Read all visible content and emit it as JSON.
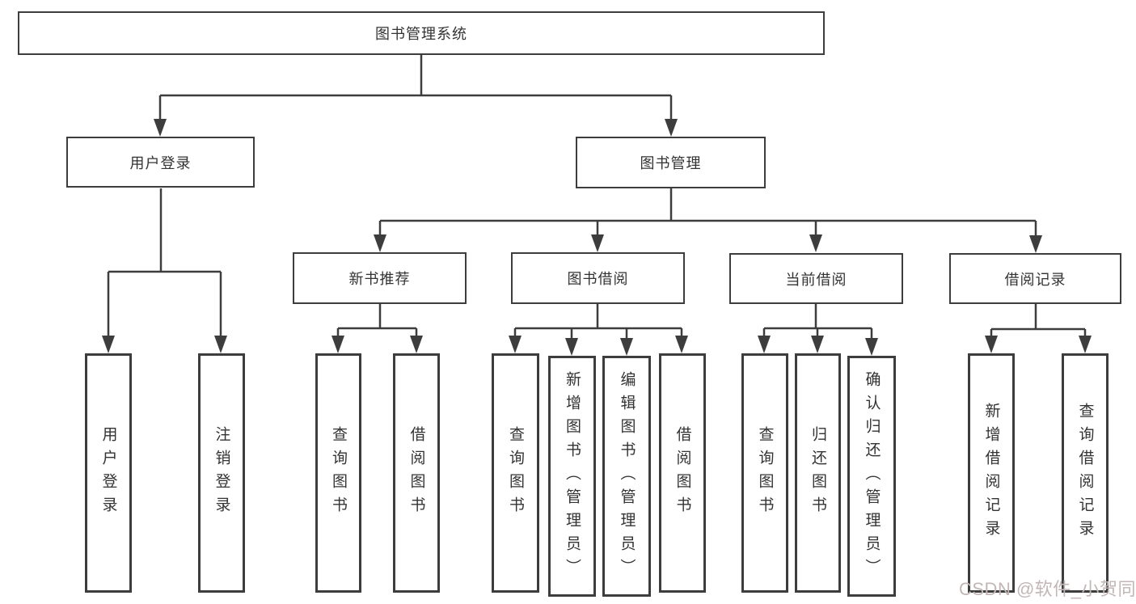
{
  "colors": {
    "background": "#ffffff",
    "line": "#3d3d3d",
    "box_border": "#3d3d3d",
    "text": "#333333",
    "watermark": "#c2b6b6"
  },
  "nodes": {
    "root": {
      "label": "图书管理系统"
    },
    "level2": [
      {
        "label": "用户登录"
      },
      {
        "label": "图书管理"
      }
    ],
    "level3": [
      {
        "label": "新书推荐"
      },
      {
        "label": "图书借阅"
      },
      {
        "label": "当前借阅"
      },
      {
        "label": "借阅记录"
      }
    ],
    "leaves": [
      {
        "label": "用户登录"
      },
      {
        "label": "注销登录"
      },
      {
        "label": "查询图书"
      },
      {
        "label": "借阅图书"
      },
      {
        "label": "查询图书"
      },
      {
        "label": "新增图书（管理员）"
      },
      {
        "label": "编辑图书（管理员）"
      },
      {
        "label": "借阅图书"
      },
      {
        "label": "查询图书"
      },
      {
        "label": "归还图书"
      },
      {
        "label": "确认归还（管理员）"
      },
      {
        "label": "新增借阅记录"
      },
      {
        "label": "查询借阅记录"
      }
    ]
  },
  "watermark": {
    "text": "CSDN @软件_小贺同学"
  }
}
